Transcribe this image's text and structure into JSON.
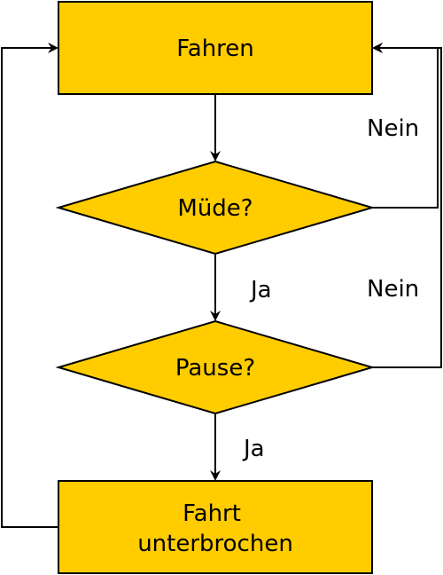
{
  "colors": {
    "node_fill": "#ffcc00",
    "node_stroke": "#000000",
    "edge": "#000000",
    "background": "#ffffff"
  },
  "nodes": {
    "drive": {
      "label": "Fahren"
    },
    "tired": {
      "label": "Müde?"
    },
    "pause": {
      "label": "Pause?"
    },
    "interrupted": {
      "label_line1": "Fahrt",
      "label_line2": "unterbrochen"
    }
  },
  "edges": {
    "tired_yes": "Ja",
    "pause_yes": "Ja",
    "tired_no": "Nein",
    "pause_no": "Nein"
  }
}
